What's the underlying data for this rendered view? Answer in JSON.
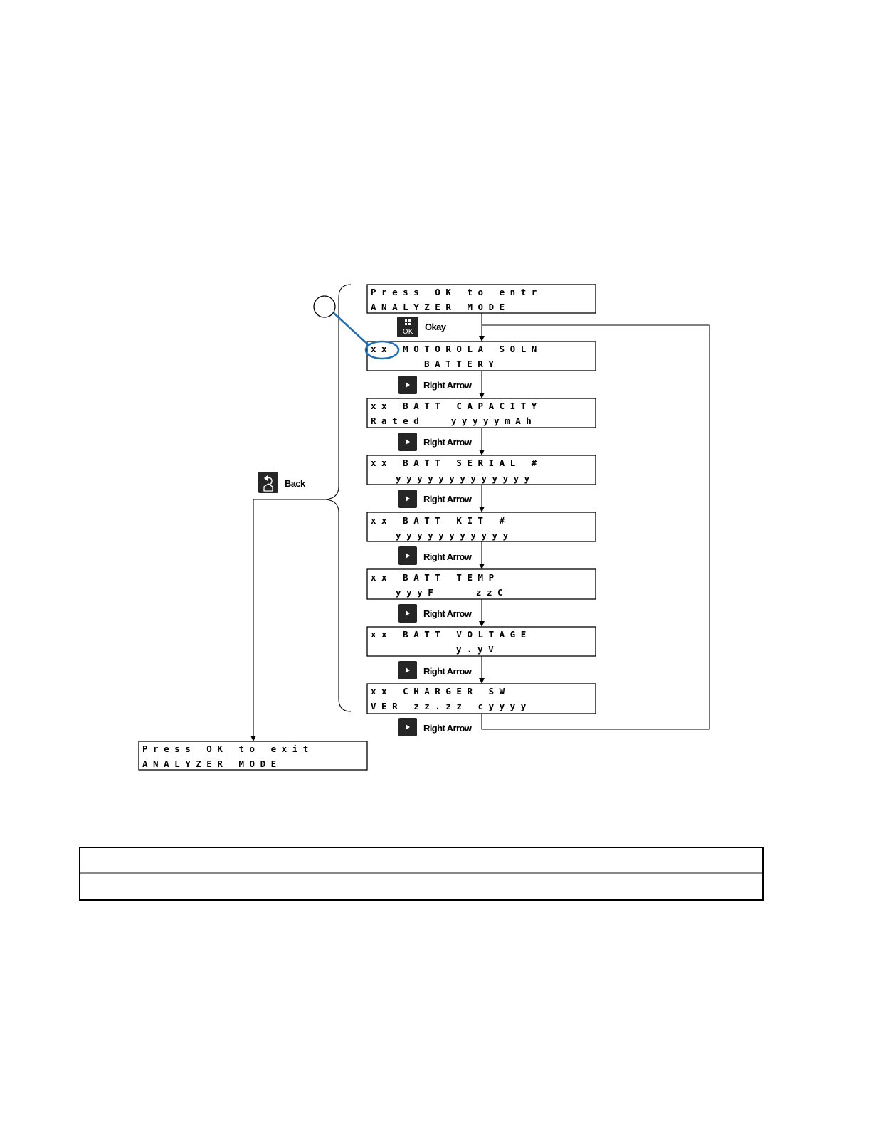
{
  "diagram": {
    "screens": {
      "enter": [
        "P r e s s   O K   t o   e n t r",
        "A N A L Y Z E R   M O D E"
      ],
      "motorola": [
        "x x   M O T O R O L A   S O L N",
        "  B A T T E R Y"
      ],
      "capacity": [
        "x x   B A T T   C A P A C I T Y",
        "R a t e d      y y y y y m A h"
      ],
      "serial": [
        "x x   B A T T   S E R I A L   #",
        "  y y y y y y y y y y y y y"
      ],
      "kit": [
        "x x   B A T T   K I T   #",
        "  y y y y y y y y y y y"
      ],
      "temp": [
        "x x   B A T T   T E M P",
        "  y y y F        z z C"
      ],
      "voltage": [
        "x x   B A T T   V O L T A G E",
        "y . y V"
      ],
      "charger": [
        "x x   C H A R G E R   S W",
        "V E R   z z . z z   c y y y y"
      ],
      "exit": [
        "P r e s s   O K   t o   e x i t",
        "A N A L Y Z E R   M O D E"
      ]
    },
    "buttons": {
      "okay_label": "Okay",
      "ok_key": "OK",
      "right_arrow_label": "Right Arrow",
      "back_label": "Back"
    },
    "colors": {
      "callout": "#1f6fb8",
      "keycap": "#262626"
    },
    "icons": [
      "ok-key-icon",
      "right-arrow-key-icon",
      "back-key-icon",
      "callout-circle"
    ]
  }
}
